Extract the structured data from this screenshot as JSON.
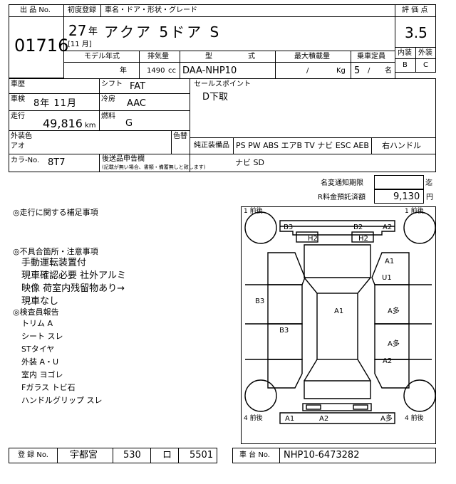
{
  "header": {
    "lot_label": "出 品 No.",
    "lot_no": "01716",
    "first_reg_label": "初度登録",
    "first_reg_year": "27",
    "year_unit": "年",
    "first_reg_month": "[11 月]",
    "model_label": "車名・ドア・形状・グレード",
    "model_name": "アクア 5ドア S",
    "score_label": "評 価 点",
    "score": "3.5",
    "interior_label": "内装",
    "exterior_label": "外装",
    "interior": "B",
    "exterior": "C"
  },
  "specs": {
    "model_year_label": "モデル年式",
    "model_year_unit": "年",
    "displacement_label": "排気量",
    "displacement": "1490",
    "displacement_unit": "cc",
    "type_label": "型",
    "type_label2": "式",
    "type": "DAA-NHP10",
    "max_load_label": "最大積載量",
    "max_load": "/",
    "max_load_unit": "Kg",
    "capacity_label": "乗車定員",
    "capacity": "5",
    "capacity_sep": "/",
    "capacity_unit": "名"
  },
  "details": {
    "history_label": "車歴",
    "shift_label": "シフト",
    "shift": "FAT",
    "inspection_label": "車検",
    "inspection": "8年 11月",
    "ac_label": "冷房",
    "ac": "AAC",
    "mileage_label": "走行",
    "mileage": "49,816",
    "mileage_unit": "km",
    "fuel_label": "燃料",
    "fuel": "G",
    "exterior_color_label": "外装色",
    "exterior_color": "アオ",
    "color_change_label": "色替",
    "color_no_label": "カラ-No.",
    "color_no": "8T7",
    "aftermarket_label": "後送品申告欄",
    "aftermarket_note": "(記載が無い場合、書類・備蓄無しと致します)",
    "sales_point_label": "セールスポイント",
    "sales_point": "D下取",
    "equipment_label": "純正装備品",
    "equipment": "PS PW ABS エアB TV ナビ ESC AEB",
    "steering": "右ハンドル",
    "extras": "ナビ SD"
  },
  "fees": {
    "name_change_label": "名変通知期限",
    "name_change_value": "",
    "name_change_unit": "迄",
    "recycle_label": "R料金預託済額",
    "recycle_value": "9,130",
    "recycle_unit": "円"
  },
  "notes": {
    "driving_header": "◎走行に関する補足事項",
    "defects_header": "◎不具合箇所・注意事項",
    "defect_lines": [
      "手動運転装置付",
      "現車確認必要  社外アルミ",
      "映像 荷室内残留物あり→",
      "現車なし"
    ],
    "inspector_header": "◎検査員報告",
    "inspector_lines": [
      "トリム A",
      "シート スレ",
      "STタイヤ",
      "外装 A・U",
      "室内 ヨゴレ",
      "Fガラス トビ石",
      "ハンドルグリップ スレ"
    ]
  },
  "diagram": {
    "tl": "1 前後",
    "tr": "1 前後",
    "bl": "4 前後",
    "br": "4 前後",
    "marks": [
      "B3",
      "B2",
      "A2",
      "H2",
      "H2",
      "A1",
      "U1",
      "B3",
      "A1",
      "A多",
      "B3",
      "A多",
      "A2",
      "A1",
      "A2",
      "A多"
    ]
  },
  "footer": {
    "reg_label": "登 録 No.",
    "reg_area": "宇都宮",
    "reg_class": "530",
    "reg_kana": "ロ",
    "reg_number": "5501",
    "chassis_label": "車 台 No.",
    "chassis": "NHP10-6473282"
  }
}
